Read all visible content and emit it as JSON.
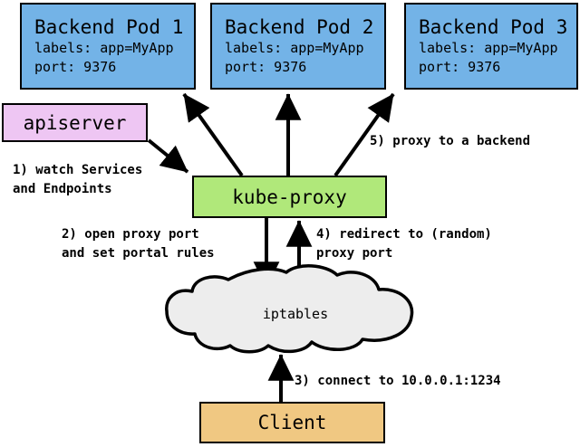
{
  "diagram": {
    "title": "kube-proxy iptables proxy mode flow",
    "colors": {
      "pod_fill": "#73b3e7",
      "apiserver_fill": "#eec6f3",
      "kubeproxy_fill": "#b0e87a",
      "client_fill": "#f0c882",
      "cloud_fill": "#ededed",
      "stroke": "#000000",
      "background": "#ffffff"
    },
    "pods": [
      {
        "title": "Backend Pod 1",
        "labels_line": "labels: app=MyApp",
        "port_line": "port: 9376"
      },
      {
        "title": "Backend Pod 2",
        "labels_line": "labels: app=MyApp",
        "port_line": "port: 9376"
      },
      {
        "title": "Backend Pod 3",
        "labels_line": "labels: app=MyApp",
        "port_line": "port: 9376"
      }
    ],
    "nodes": {
      "apiserver": "apiserver",
      "kube_proxy": "kube-proxy",
      "iptables": "iptables",
      "client": "Client"
    },
    "edge_labels": {
      "step1_line1": "1) watch Services",
      "step1_line2": "and Endpoints",
      "step2_line1": "2) open proxy port",
      "step2_line2": "and set portal rules",
      "step3": "3) connect to 10.0.0.1:1234",
      "step4_line1": "4) redirect to (random)",
      "step4_line2": "proxy port",
      "step5": "5) proxy to a backend"
    }
  }
}
